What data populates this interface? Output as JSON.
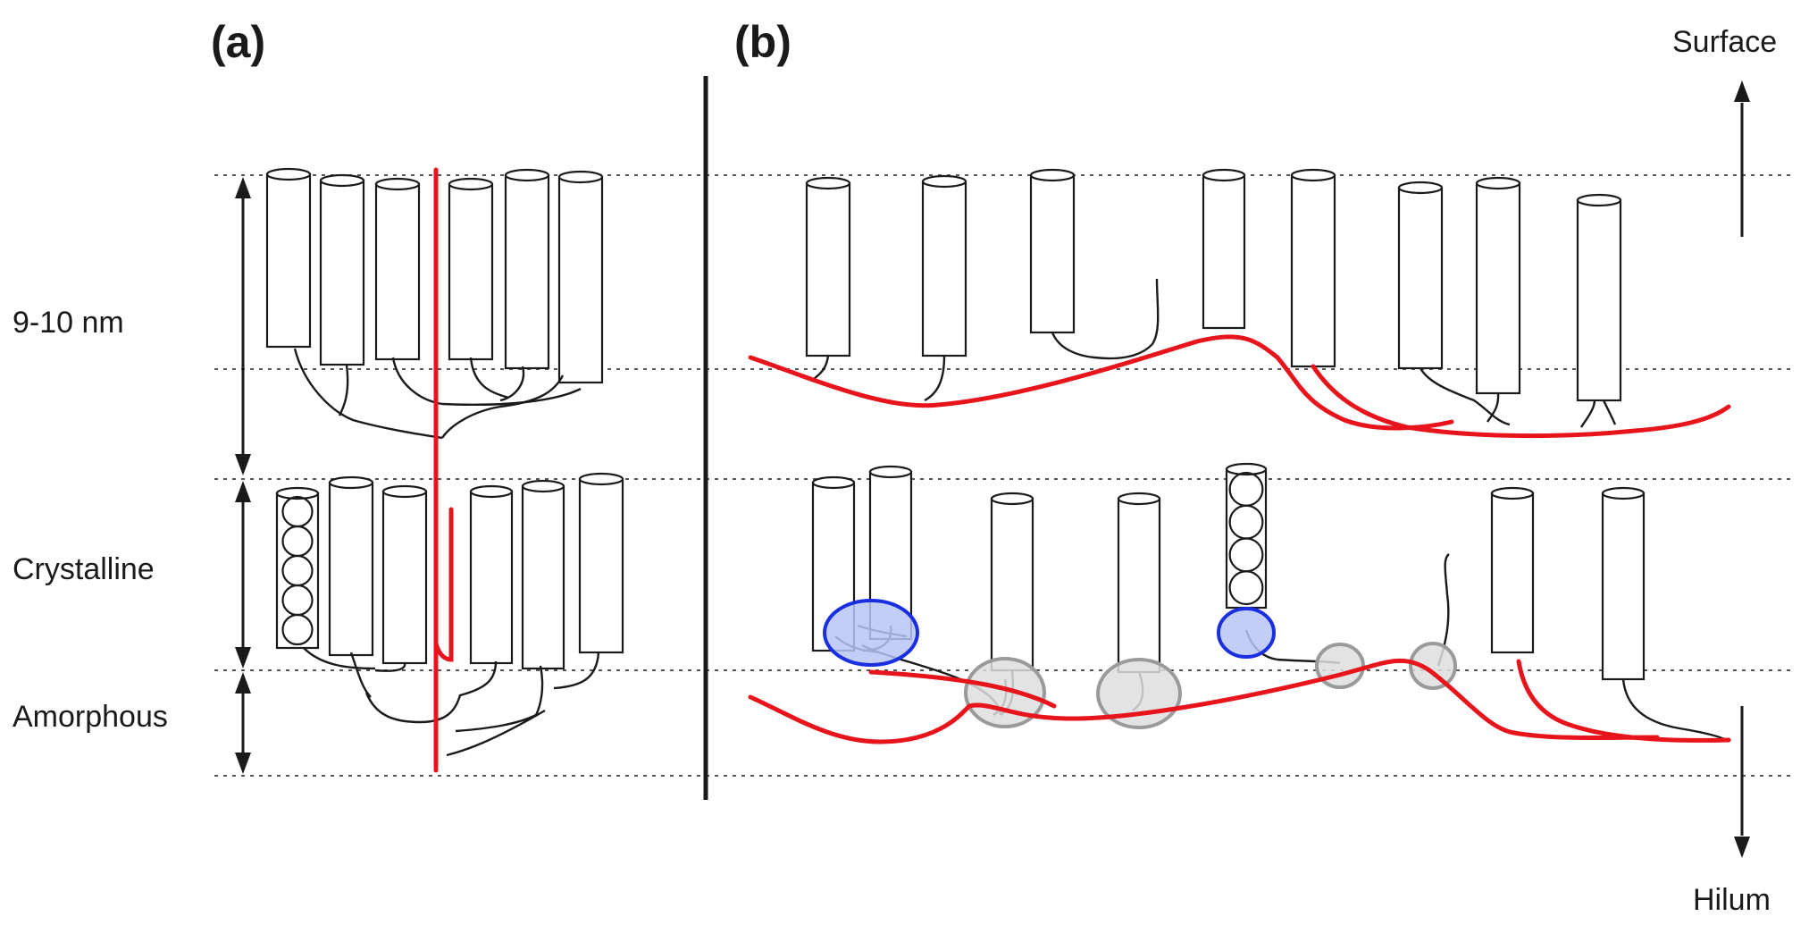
{
  "panels": {
    "a": {
      "label": "(a)"
    },
    "b": {
      "label": "(b)"
    }
  },
  "left_labels": {
    "dimension": "9-10 nm",
    "crystalline": "Crystalline",
    "amorphous": "Amorphous"
  },
  "directions": {
    "up": "Surface",
    "down": "Hilum"
  },
  "colors": {
    "line": "#1a1a1a",
    "red_chain": "#e8141c",
    "blue_fill": "#b8c6f5",
    "blue_stroke": "#1a2fe0",
    "gray_fill": "#dedede",
    "gray_stroke": "#9a9a9a"
  }
}
